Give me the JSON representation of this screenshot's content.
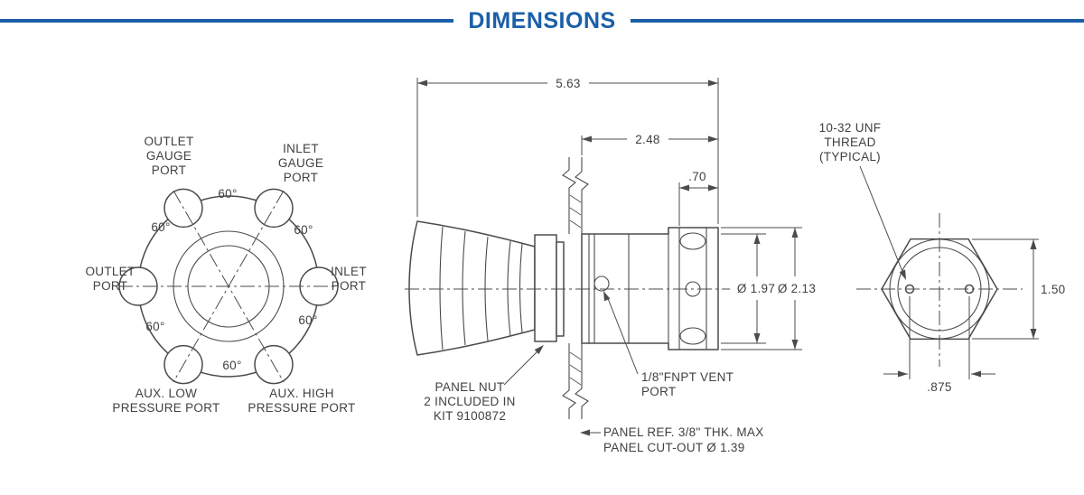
{
  "title": "DIMENSIONS",
  "colors": {
    "accent": "#1b5fa8",
    "line": "#4b4b4b",
    "text": "#414141"
  },
  "front_view": {
    "outlet_gauge_port": [
      "OUTLET",
      "GAUGE",
      "PORT"
    ],
    "inlet_gauge_port": [
      "INLET",
      "GAUGE",
      "PORT"
    ],
    "outlet_port": [
      "OUTLET",
      "PORT"
    ],
    "inlet_port": [
      "INLET",
      "PORT"
    ],
    "aux_low_port": [
      "AUX. LOW",
      "PRESSURE PORT"
    ],
    "aux_high_port": [
      "AUX. HIGH",
      "PRESSURE PORT"
    ],
    "angle_60": "60°"
  },
  "side_view": {
    "dim_overall_length": "5.63",
    "dim_body_length": "2.48",
    "dim_port_offset": ".70",
    "dia_body": "Ø 1.97",
    "dia_flange": "Ø 2.13",
    "panel_nut_note": [
      "PANEL NUT",
      "2 INCLUDED IN",
      "KIT 9100872"
    ],
    "vent_port_note": [
      "1/8\"FNPT VENT",
      "PORT"
    ],
    "panel_ref_note": [
      "PANEL REF. 3/8\" THK. MAX",
      "PANEL CUT-OUT Ø 1.39"
    ]
  },
  "back_view": {
    "thread_note": [
      "10-32 UNF",
      "THREAD",
      "(TYPICAL)"
    ],
    "dim_across_flats": "1.50",
    "dim_hole_spacing": ".875"
  }
}
